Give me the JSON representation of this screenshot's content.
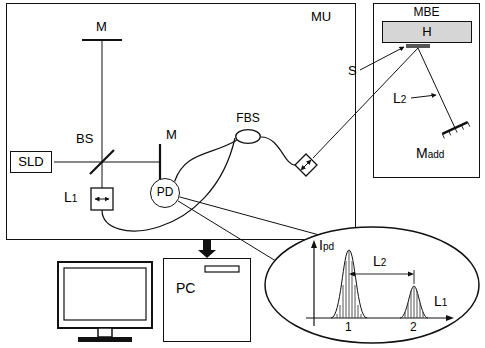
{
  "diagram": {
    "nodes": [
      {
        "text": [
          "MU"
        ]
      },
      {
        "text": [
          "MBE"
        ]
      },
      {
        "text": [
          "H"
        ],
        "in": 1
      },
      {
        "text": [
          "SLD"
        ],
        "in": 0
      },
      {
        "text": [
          "PD"
        ],
        "in": 0
      },
      {
        "text": [
          "FBS"
        ],
        "in": 0
      },
      {
        "text": [
          "PC"
        ]
      },
      {
        "text": [
          "Ipd",
          "L2",
          "L1",
          "1",
          "2"
        ]
      }
    ],
    "edges": [
      {
        "from": 0,
        "to": 6,
        "arrow": "to"
      },
      {
        "from": 4,
        "to": 5,
        "arrow": "none"
      },
      {
        "from": 4,
        "to": 7,
        "arrow": "none"
      }
    ],
    "labels": [
      "M",
      "BS",
      "M",
      "L1",
      "S",
      "L2",
      "Madd"
    ]
  }
}
